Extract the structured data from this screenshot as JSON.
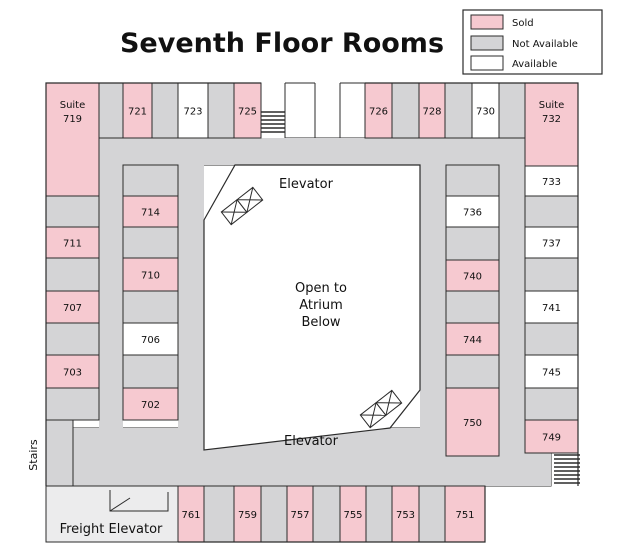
{
  "title": "Seventh Floor Rooms",
  "legend": {
    "sold": "Sold",
    "not_available": "Not Available",
    "available": "Available"
  },
  "colors": {
    "sold": "#f6c9d0",
    "not_available": "#d4d4d6",
    "available": "#ffffff",
    "corridor": "#d4d4d6",
    "outline": "#2b2b2b"
  },
  "labels": {
    "elevator_top": "Elevator",
    "elevator_bottom": "Elevator",
    "atrium_line1": "Open to",
    "atrium_line2": "Atrium",
    "atrium_line3": "Below",
    "stairs": "Stairs",
    "freight_elevator": "Freight Elevator"
  },
  "rooms": {
    "r719": {
      "line1": "Suite",
      "line2": "719",
      "status": "sold"
    },
    "r721": {
      "label": "721",
      "status": "sold"
    },
    "r723": {
      "label": "723",
      "status": "available"
    },
    "r725": {
      "label": "725",
      "status": "sold"
    },
    "r726": {
      "label": "726",
      "status": "sold"
    },
    "r728": {
      "label": "728",
      "status": "sold"
    },
    "r730": {
      "label": "730",
      "status": "available"
    },
    "r732": {
      "line1": "Suite",
      "line2": "732",
      "status": "sold"
    },
    "r711": {
      "label": "711",
      "status": "sold"
    },
    "r707": {
      "label": "707",
      "status": "sold"
    },
    "r703": {
      "label": "703",
      "status": "sold"
    },
    "r714": {
      "label": "714",
      "status": "sold"
    },
    "r710": {
      "label": "710",
      "status": "sold"
    },
    "r706": {
      "label": "706",
      "status": "available"
    },
    "r702": {
      "label": "702",
      "status": "sold"
    },
    "r736": {
      "label": "736",
      "status": "available"
    },
    "r740": {
      "label": "740",
      "status": "sold"
    },
    "r744": {
      "label": "744",
      "status": "sold"
    },
    "r750": {
      "label": "750",
      "status": "sold"
    },
    "r733": {
      "label": "733",
      "status": "available"
    },
    "r737": {
      "label": "737",
      "status": "available"
    },
    "r741": {
      "label": "741",
      "status": "available"
    },
    "r745": {
      "label": "745",
      "status": "available"
    },
    "r749": {
      "label": "749",
      "status": "sold"
    },
    "r761": {
      "label": "761",
      "status": "sold"
    },
    "r759": {
      "label": "759",
      "status": "sold"
    },
    "r757": {
      "label": "757",
      "status": "sold"
    },
    "r755": {
      "label": "755",
      "status": "sold"
    },
    "r753": {
      "label": "753",
      "status": "sold"
    },
    "r751": {
      "label": "751",
      "status": "sold"
    }
  }
}
